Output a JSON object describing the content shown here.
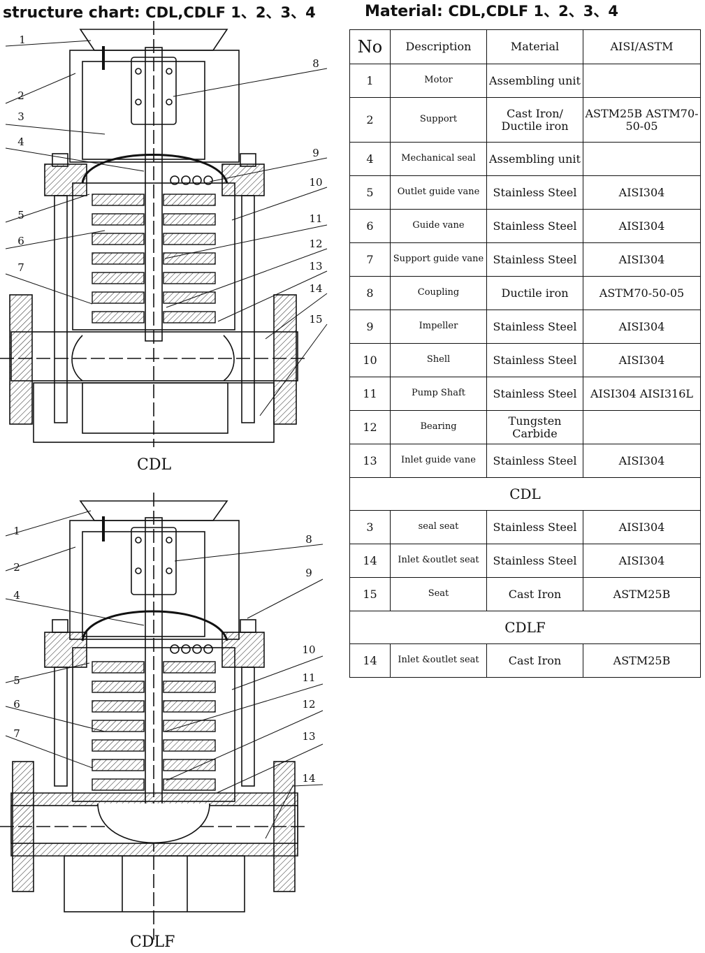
{
  "header": {
    "left_title": "structure chart:",
    "left_models": "CDL,CDLF 1、2、3、4",
    "right_title": "Material:",
    "right_models": "CDL,CDLF 1、2、3、4"
  },
  "diagram_top": {
    "caption": "CDL",
    "labels": [
      "1",
      "2",
      "3",
      "4",
      "5",
      "6",
      "7",
      "8",
      "9",
      "10",
      "11",
      "12",
      "13",
      "14",
      "15"
    ]
  },
  "diagram_bottom": {
    "caption": "CDLF",
    "labels": [
      "1",
      "2",
      "4",
      "5",
      "6",
      "7",
      "8",
      "9",
      "10",
      "11",
      "12",
      "13",
      "14"
    ]
  },
  "table": {
    "headers": [
      "No",
      "Description",
      "Material",
      "AISI/ASTM"
    ],
    "rows": [
      {
        "no": "1",
        "desc": "Motor",
        "mat": "Assembling unit",
        "aisi": ""
      },
      {
        "no": "2",
        "desc": "Support",
        "mat": "Cast Iron/ Ductile iron",
        "aisi": "ASTM25B ASTM70-50-05"
      },
      {
        "no": "4",
        "desc": "Mechanical seal",
        "mat": "Assembling unit",
        "aisi": ""
      },
      {
        "no": "5",
        "desc": "Outlet guide vane",
        "mat": "Stainless Steel",
        "aisi": "AISI304"
      },
      {
        "no": "6",
        "desc": "Guide vane",
        "mat": "Stainless Steel",
        "aisi": "AISI304"
      },
      {
        "no": "7",
        "desc": "Support guide vane",
        "mat": "Stainless Steel",
        "aisi": "AISI304"
      },
      {
        "no": "8",
        "desc": "Coupling",
        "mat": "Ductile iron",
        "aisi": "ASTM70-50-05"
      },
      {
        "no": "9",
        "desc": "Impeller",
        "mat": "Stainless Steel",
        "aisi": "AISI304"
      },
      {
        "no": "10",
        "desc": "Shell",
        "mat": "Stainless Steel",
        "aisi": "AISI304"
      },
      {
        "no": "11",
        "desc": "Pump Shaft",
        "mat": "Stainless Steel",
        "aisi": "AISI304 AISI316L"
      },
      {
        "no": "12",
        "desc": "Bearing",
        "mat": "Tungsten Carbide",
        "aisi": ""
      },
      {
        "no": "13",
        "desc": "Inlet guide vane",
        "mat": "Stainless Steel",
        "aisi": "AISI304"
      }
    ],
    "section_cdl": "CDL",
    "cdl_rows": [
      {
        "no": "3",
        "desc": "seal seat",
        "mat": "Stainless Steel",
        "aisi": "AISI304"
      },
      {
        "no": "14",
        "desc": "Inlet &outlet seat",
        "mat": "Stainless Steel",
        "aisi": "AISI304"
      },
      {
        "no": "15",
        "desc": "Seat",
        "mat": "Cast Iron",
        "aisi": "ASTM25B"
      }
    ],
    "section_cdlf": "CDLF",
    "cdlf_rows": [
      {
        "no": "14",
        "desc": "Inlet &outlet seat",
        "mat": "Cast Iron",
        "aisi": "ASTM25B"
      }
    ]
  }
}
